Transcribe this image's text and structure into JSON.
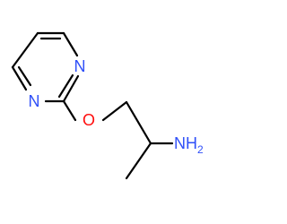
{
  "molecule": {
    "atoms": {
      "n_top": {
        "symbol": "N",
        "color": "#3050F8"
      },
      "n_bottom": {
        "symbol": "N",
        "color": "#3050F8"
      },
      "oxygen": {
        "symbol": "O",
        "color": "#FF0D0D"
      },
      "amine": {
        "symbol": "NH",
        "subscript": "2",
        "color": "#3050F8"
      }
    },
    "bond_color": "#000000"
  }
}
